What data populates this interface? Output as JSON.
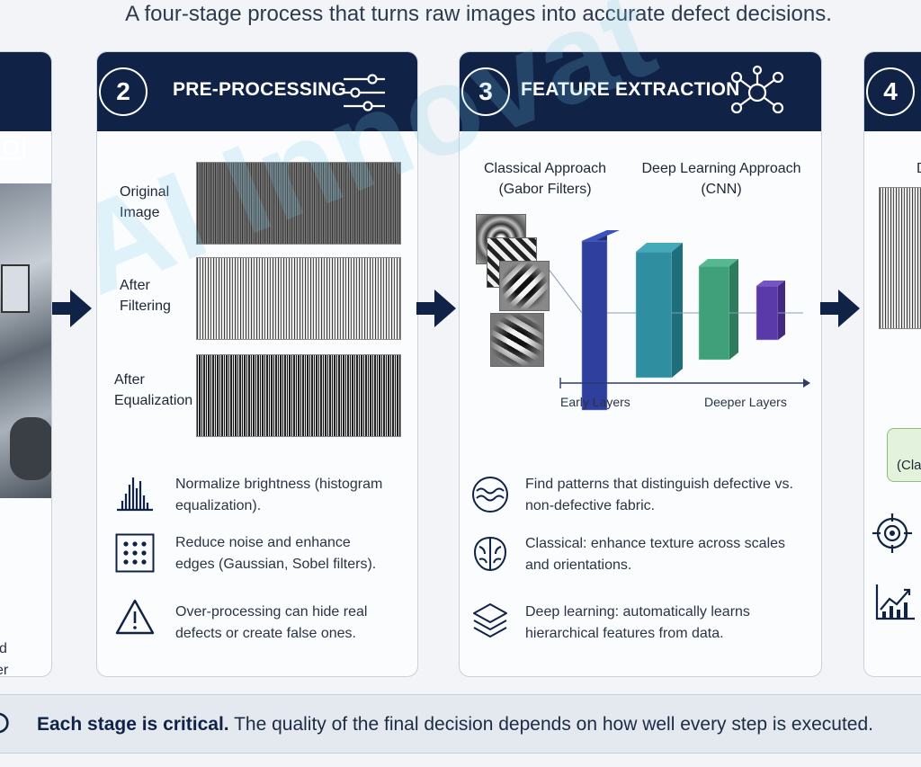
{
  "subtitle": "A four-stage process that turns raw images into accurate defect decisions.",
  "stage2": {
    "number": "2",
    "title": "PRE-PROCESSING",
    "icon": "sliders-icon",
    "images": [
      {
        "label": "Original Image"
      },
      {
        "label": "After Filtering"
      },
      {
        "label": "After Equalization"
      }
    ],
    "points": [
      {
        "icon": "histogram-icon",
        "text": "Normalize brightness (histogram equalization)."
      },
      {
        "icon": "dot-grid-icon",
        "text": "Reduce noise and enhance edges (Gaussian, Sobel filters)."
      },
      {
        "icon": "warning-icon",
        "text": "Over-processing can hide real defects or create false ones."
      }
    ]
  },
  "stage3": {
    "number": "3",
    "title": "FEATURE EXTRACTION",
    "icon": "network-icon",
    "classical": "Classical Approach (Gabor Filters)",
    "deep": "Deep Learning Approach (CNN)",
    "early": "Early Layers",
    "deeper": "Deeper Layers",
    "points": [
      {
        "icon": "waves-icon",
        "text": "Find patterns that distinguish defective vs. non-defective fabric."
      },
      {
        "icon": "brain-icon",
        "text": "Classical: enhance texture across scales and orientations."
      },
      {
        "icon": "layers-icon",
        "text": "Deep learning: automatically learns hierarchical features from data."
      }
    ]
  },
  "stage4": {
    "number": "4",
    "partial_label": "(Cla",
    "partial_heading": "D"
  },
  "stage1": {
    "partial_lines": [
      "d",
      "er"
    ]
  },
  "watermark": "AI Innovat",
  "footer": {
    "bold": "Each stage is critical.",
    "rest": " The quality of the final decision depends on how well every step is executed."
  },
  "colors": {
    "header": "#102347",
    "cnn_layer1": "#2e3f9e",
    "cnn_layer2": "#2f8fa0",
    "cnn_layer3": "#3fa07a",
    "cnn_layer4": "#5a3aa8"
  }
}
